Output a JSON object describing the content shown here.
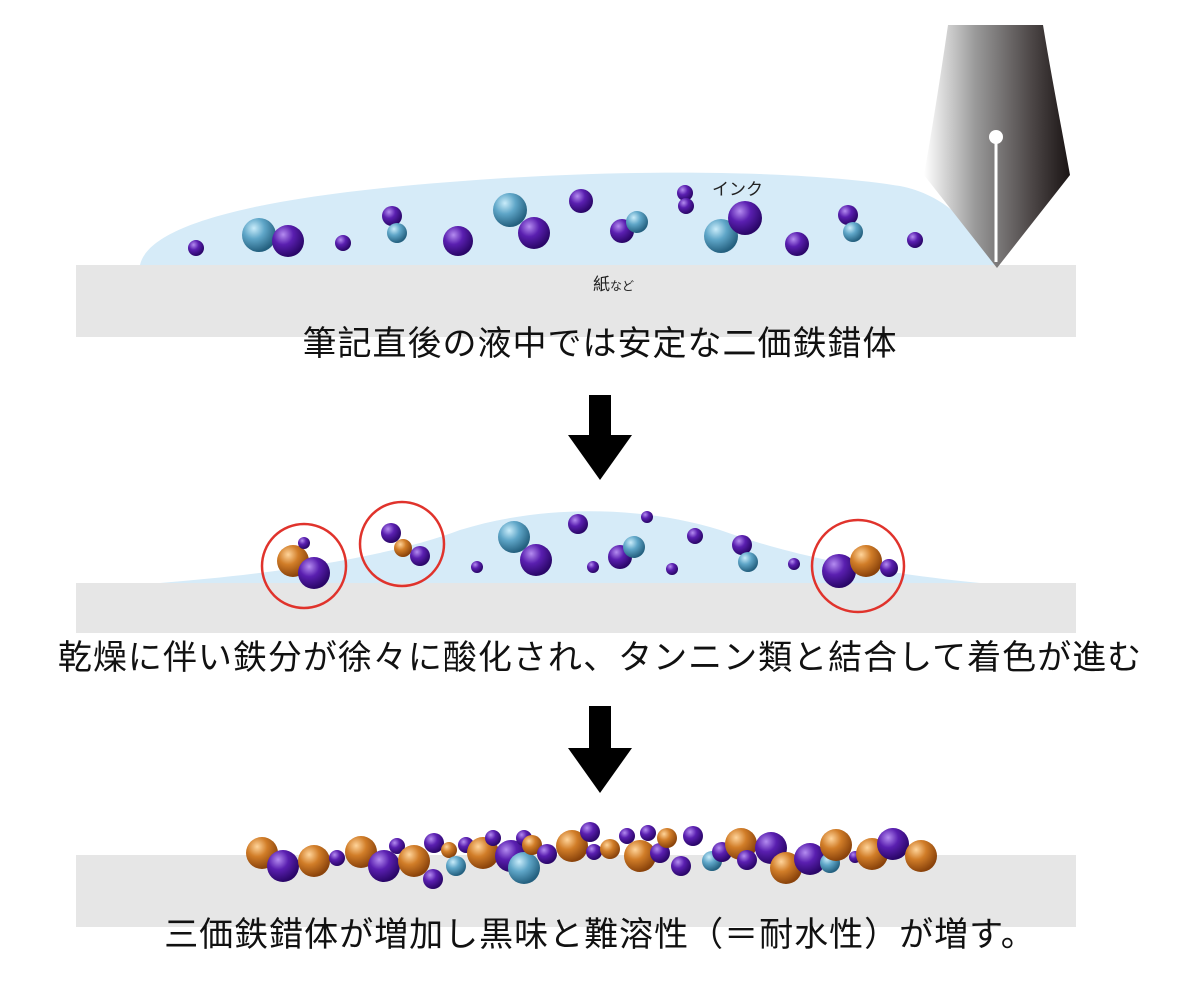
{
  "colors": {
    "paper": "#e6e6e6",
    "ink_fluid": "#d6ebf8",
    "iron_ii_dark": "#3b0a82",
    "iron_ii_light": "#8e5cd8",
    "tannin_dark": "#2f6f90",
    "tannin_light": "#a8d8ee",
    "iron_iii_dark": "#a35412",
    "iron_iii_light": "#f2b56e",
    "highlight_circle": "#e0332c",
    "arrow": "#000000"
  },
  "labels": {
    "ink": "インク",
    "paper_main": "紙",
    "paper_suffix": "など"
  },
  "steps": [
    {
      "caption": "筆記直後の液中では安定な二価鉄錯体"
    },
    {
      "caption": "乾燥に伴い鉄分が徐々に酸化され、タンニン類と結合して着色が進む"
    },
    {
      "caption": "三価鉄錯体が増加し黒味と難溶性（＝耐水性）が増す。"
    }
  ],
  "icons": {
    "pen": "fountain-pen-nib-icon",
    "arrow": "arrow-down-icon"
  }
}
